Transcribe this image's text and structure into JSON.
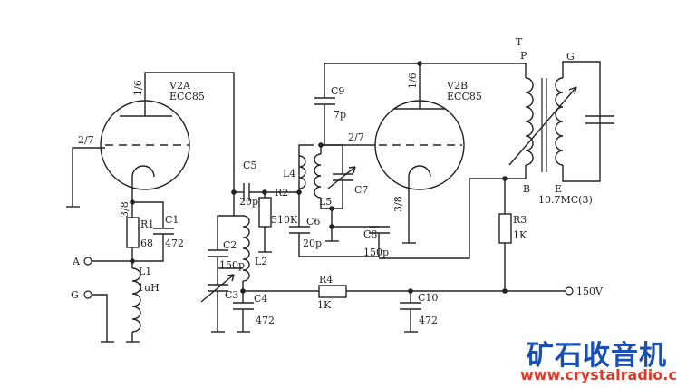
{
  "tubes": {
    "v2a": {
      "name": "V2A",
      "type": "ECC85",
      "plate_pin": "1/6",
      "grid_pin": "2/7",
      "cathode_pin": "3/8"
    },
    "v2b": {
      "name": "V2B",
      "type": "ECC85",
      "plate_pin": "1/6",
      "grid_pin": "2/7",
      "cathode_pin": "3/8"
    }
  },
  "components": {
    "r1": {
      "ref": "R1",
      "value": "68"
    },
    "c1": {
      "ref": "C1",
      "value": "472"
    },
    "l1": {
      "ref": "L1",
      "value": "1uH"
    },
    "c5": {
      "ref": "C5",
      "value": "20p"
    },
    "r2": {
      "ref": "R2",
      "value": "510K"
    },
    "c2": {
      "ref": "C2",
      "value": "150p"
    },
    "l2": {
      "ref": "L2"
    },
    "c3": {
      "ref": "C3"
    },
    "c4": {
      "ref": "C4",
      "value": "472"
    },
    "l4": {
      "ref": "L4"
    },
    "l5": {
      "ref": "L5"
    },
    "c7": {
      "ref": "C7"
    },
    "c6": {
      "ref": "C6",
      "value": "20p"
    },
    "c8": {
      "ref": "C8",
      "value": "150p"
    },
    "c9": {
      "ref": "C9",
      "value": "7p"
    },
    "r3": {
      "ref": "R3",
      "value": "1K"
    },
    "r4": {
      "ref": "R4",
      "value": "1K"
    },
    "c10": {
      "ref": "C10",
      "value": "472"
    }
  },
  "transformer": {
    "label_t": "T",
    "label_p": "P",
    "label_g": "G",
    "label_b": "B",
    "label_e": "E",
    "freq": "10.7MC(3)"
  },
  "terminals": {
    "a": "A",
    "g": "G",
    "supply": "150V"
  },
  "watermark": {
    "cn": "矿石收音机",
    "url": "www.crystalradio.cn"
  }
}
